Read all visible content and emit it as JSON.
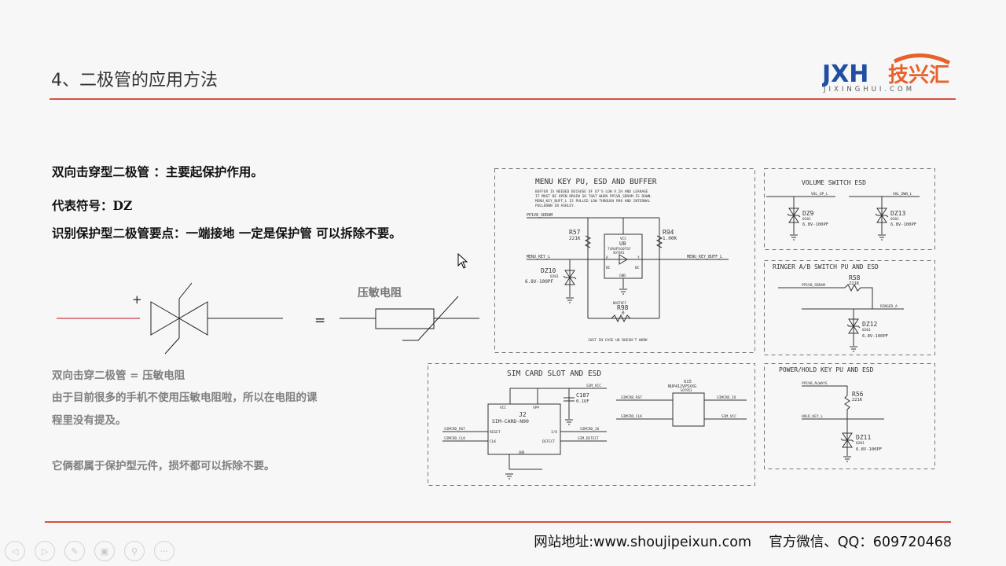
{
  "slide": {
    "title": "4、二极管的应用方法",
    "lines": [
      "双向击穿型二极管 ：主要起保护作用。",
      "代表符号：DZ",
      "识别保护型二极管要点：一端接地 一定是保护管 可以拆除不要。"
    ],
    "symbol": {
      "plus": "+",
      "equals": "=",
      "varistor_label": "压敏电阻"
    },
    "notes": [
      "双向击穿二极管 = 压敏电阻",
      "由于目前很多的手机不使用压敏电阻啦，所以在电阻的课",
      "程里没有提及。",
      "它俩都属于保护型元件，损坏都可以拆除不要。"
    ]
  },
  "logo": {
    "brand": "JXH技兴汇",
    "sub": "JIXINGHUI.COM",
    "colors": {
      "blue": "#1f4ea3",
      "orange": "#e8612c"
    }
  },
  "footer": {
    "text": "网站地址:www.shoujipeixun.com    官方微信、QQ：609720468"
  },
  "schematics": {
    "menu": {
      "title": "MENU KEY PU, ESD AND BUFFER",
      "note": [
        "BUFFER IS NEEDED BECAUSE OF U7'S LOW V_IH AND LEAKAGE",
        "IT MUST BE OPEN DRAIN SO THAT WHEN PP1V8_SDRAM IS DOWN.",
        "MENU_KEY_BUFF_L IS PULLED LOW THROUGH R98 AND INTERNAL",
        "PULLDOWN IN ASHLEY."
      ],
      "net_top": "PP1V8_SDRAM",
      "net_in": "MENU_KEY_L",
      "net_out": "MENU_KEY_BUFF_L",
      "r57": "R57",
      "r57_val": "221K",
      "r94": "R94",
      "r94_val": "1.00K",
      "u8": "U8",
      "u8_part": "74AUP1G07GF",
      "u8_pkg": "SOT891",
      "vcc": "VCC",
      "gnd": "GND",
      "a": "A",
      "y": "Y",
      "nc": "NC",
      "dz": "DZ10",
      "dz_pkg": "0201",
      "dz_val": "6.8V-100PF",
      "r98": "R98",
      "r98_val": "0",
      "r98_note": "NOSTUFF",
      "footnote": "JUST IN CASE U8 DOESN'T WORK"
    },
    "volume": {
      "title": "VOLUME SWITCH ESD",
      "net1": "VOL_UP_L",
      "net2": "VOL_DWN_L",
      "dz1": "DZ9",
      "dz2": "DZ13",
      "pkg": "0201",
      "val": "6.8V-100PF"
    },
    "ringer": {
      "title": "RINGER A/B SWITCH PU AND ESD",
      "net_top": "PP1V8_SDRAM",
      "net_out": "RINGER_A",
      "r": "R58",
      "r_val": "221K",
      "dz": "DZ12",
      "pkg": "0201",
      "val": "6.8V-100PF"
    },
    "power": {
      "title": "POWER/HOLD KEY PU AND ESD",
      "net_top": "PP1V8_ALWAYS",
      "net": "HOLD_KEY_L",
      "r": "R56",
      "r_val": "221K",
      "dz": "DZ11",
      "pkg": "0201",
      "val": "6.8V-100PF"
    },
    "sim": {
      "title": "SIM CARD SLOT AND ESD",
      "j2": "J2",
      "j2_part": "SIM-CARD-N90",
      "vcc": "VCC",
      "vpp": "VPP",
      "reset": "RESET",
      "clk": "CLK",
      "io": "I/O",
      "detect": "DETECT",
      "gnd": "GND",
      "net_rst": "SIMCRD_RST",
      "net_clk": "SIMCRD_CLK",
      "net_io": "SIMCRD_IO",
      "net_det": "SIM_DETECT",
      "net_vcc": "SIM_VCC",
      "c187": "C187",
      "c187_val": "0.1UF",
      "u15": "U15",
      "u15_part": "NUP412VP5XXG",
      "u15_pkg": "SOT953"
    }
  },
  "controls": [
    {
      "name": "previous-slide-button",
      "glyph": "◁"
    },
    {
      "name": "next-slide-button",
      "glyph": "▷"
    },
    {
      "name": "pen-tool-button",
      "glyph": "✎"
    },
    {
      "name": "slide-overview-button",
      "glyph": "▣"
    },
    {
      "name": "zoom-button",
      "glyph": "⚲"
    },
    {
      "name": "more-options-button",
      "glyph": "···"
    }
  ]
}
